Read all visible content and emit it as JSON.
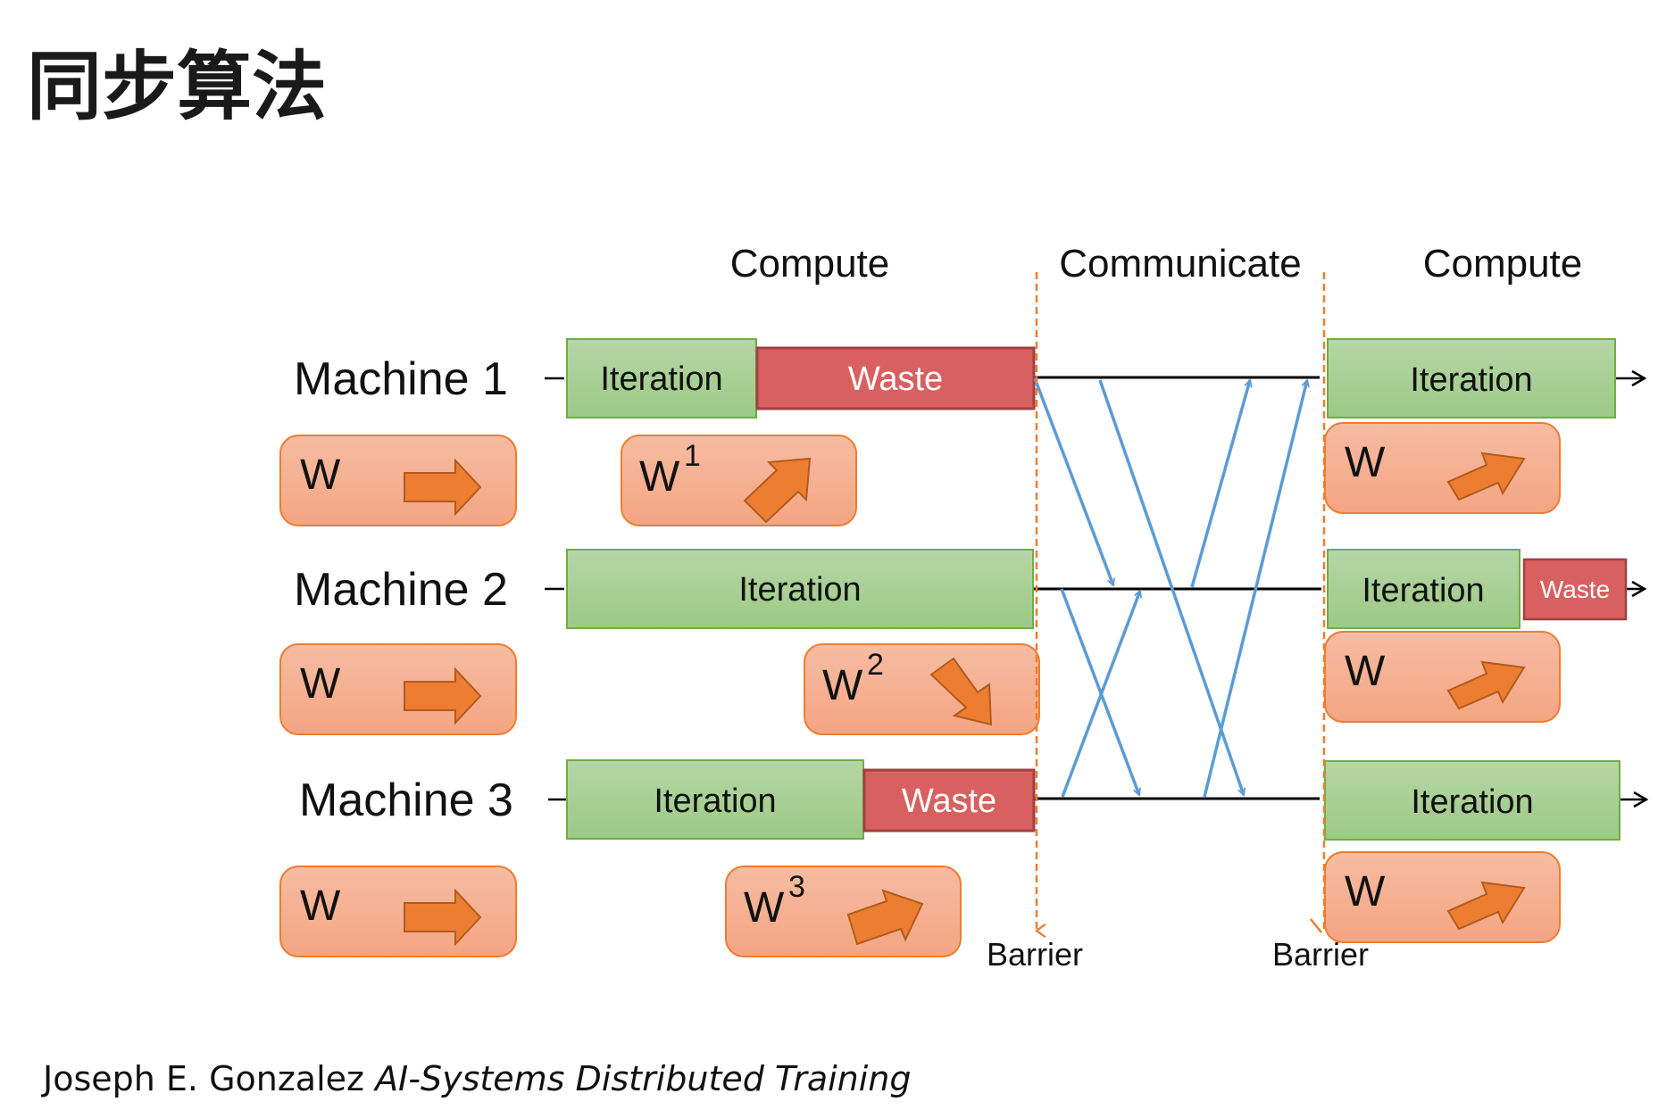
{
  "title": "同步算法",
  "phases": [
    {
      "label": "Compute"
    },
    {
      "label": "Communicate"
    },
    {
      "label": "Compute"
    }
  ],
  "machines": [
    {
      "label": "Machine 1",
      "compute": [
        {
          "type": "iteration",
          "label": "Iteration"
        },
        {
          "type": "waste",
          "label": "Waste"
        }
      ],
      "weight_before": {
        "label": "W",
        "superscript": "",
        "arrow_direction": "right"
      },
      "weight_after_compute": {
        "label": "W",
        "superscript": "1",
        "arrow_direction": "up-right"
      },
      "next_compute": [
        {
          "type": "iteration",
          "label": "Iteration"
        }
      ],
      "weight_next": {
        "label": "W",
        "superscript": "",
        "arrow_direction": "up-right"
      }
    },
    {
      "label": "Machine 2",
      "compute": [
        {
          "type": "iteration",
          "label": "Iteration"
        }
      ],
      "weight_before": {
        "label": "W",
        "superscript": "",
        "arrow_direction": "right"
      },
      "weight_after_compute": {
        "label": "W",
        "superscript": "2",
        "arrow_direction": "down-right"
      },
      "next_compute": [
        {
          "type": "iteration",
          "label": "Iteration"
        },
        {
          "type": "waste",
          "label": "Waste"
        }
      ],
      "weight_next": {
        "label": "W",
        "superscript": "",
        "arrow_direction": "up-right"
      }
    },
    {
      "label": "Machine 3",
      "compute": [
        {
          "type": "iteration",
          "label": "Iteration"
        },
        {
          "type": "waste",
          "label": "Waste"
        }
      ],
      "weight_before": {
        "label": "W",
        "superscript": "",
        "arrow_direction": "right"
      },
      "weight_after_compute": {
        "label": "W",
        "superscript": "3",
        "arrow_direction": "up-right"
      },
      "next_compute": [
        {
          "type": "iteration",
          "label": "Iteration"
        }
      ],
      "weight_next": {
        "label": "W",
        "superscript": "",
        "arrow_direction": "up-right"
      }
    }
  ],
  "barriers": [
    {
      "label": "Barrier"
    },
    {
      "label": "Barrier"
    }
  ],
  "communication_messages": [
    {
      "from": "Machine 1",
      "to": "Machine 2"
    },
    {
      "from": "Machine 1",
      "to": "Machine 3"
    },
    {
      "from": "Machine 2",
      "to": "Machine 1"
    },
    {
      "from": "Machine 3",
      "to": "Machine 1"
    },
    {
      "from": "Machine 2",
      "to": "Machine 3"
    },
    {
      "from": "Machine 3",
      "to": "Machine 2"
    }
  ],
  "footer": {
    "author": "Joseph E. Gonzalez ",
    "course": "AI-Systems Distributed Training"
  },
  "colors": {
    "iteration_fill": "#a9d18e",
    "iteration_stroke": "#70ad47",
    "waste_fill": "#d96060",
    "waste_stroke": "#a04040",
    "weight_fill": "#f6b79a",
    "weight_stroke": "#ed7d31",
    "arrow_fill": "#ed7d31",
    "message_color": "#5b9bd5",
    "barrier_color": "#ed7d31"
  }
}
